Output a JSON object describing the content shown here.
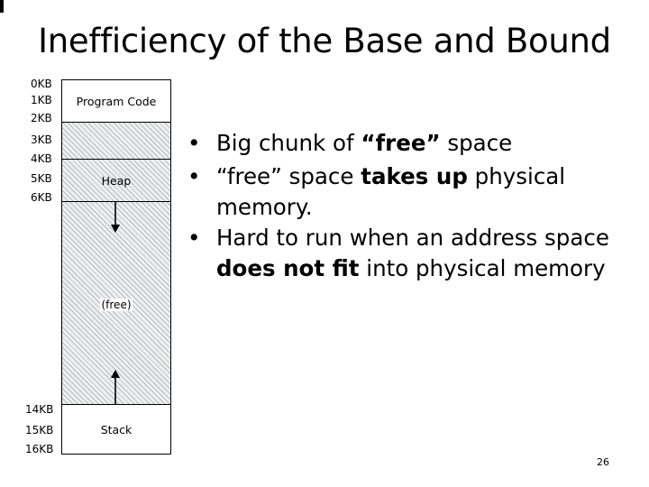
{
  "slide": {
    "title": "Inefficiency of the Base and Bound",
    "page_number": "26"
  },
  "address_labels": [
    "0KB",
    "1KB",
    "2KB",
    "3KB",
    "4KB",
    "5KB",
    "6KB",
    "14KB",
    "15KB",
    "16KB"
  ],
  "memory_layout": {
    "program_code_label": "Program Code",
    "heap_label": "Heap",
    "free_label": "(free)",
    "stack_label": "Stack"
  },
  "bullets": {
    "b1_pre": "Big chunk of ",
    "b1_bold": "“free”",
    "b1_post": " space",
    "b2_pre": "“free” space ",
    "b2_bold1": "takes up",
    "b2_post": " physical memory.",
    "b3_pre": "Hard to run when an address space ",
    "b3_bold": "does not fit",
    "b3_post": " into physical memory"
  },
  "colors": {
    "hatch_line": "#b8bcc0",
    "hatch_bg": "#eef0f0"
  }
}
